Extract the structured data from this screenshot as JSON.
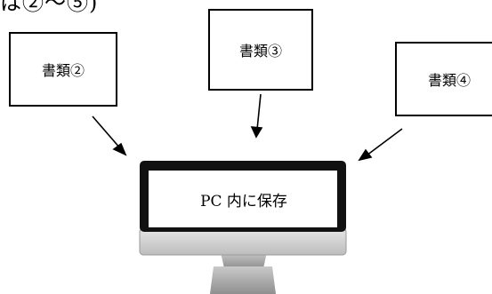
{
  "top_text": "は②～⑤)",
  "documents": [
    {
      "id": "doc2",
      "label": "書類②"
    },
    {
      "id": "doc3",
      "label": "書類③"
    },
    {
      "id": "doc4",
      "label": "書類④"
    }
  ],
  "monitor": {
    "label": "PC 内に保存"
  }
}
